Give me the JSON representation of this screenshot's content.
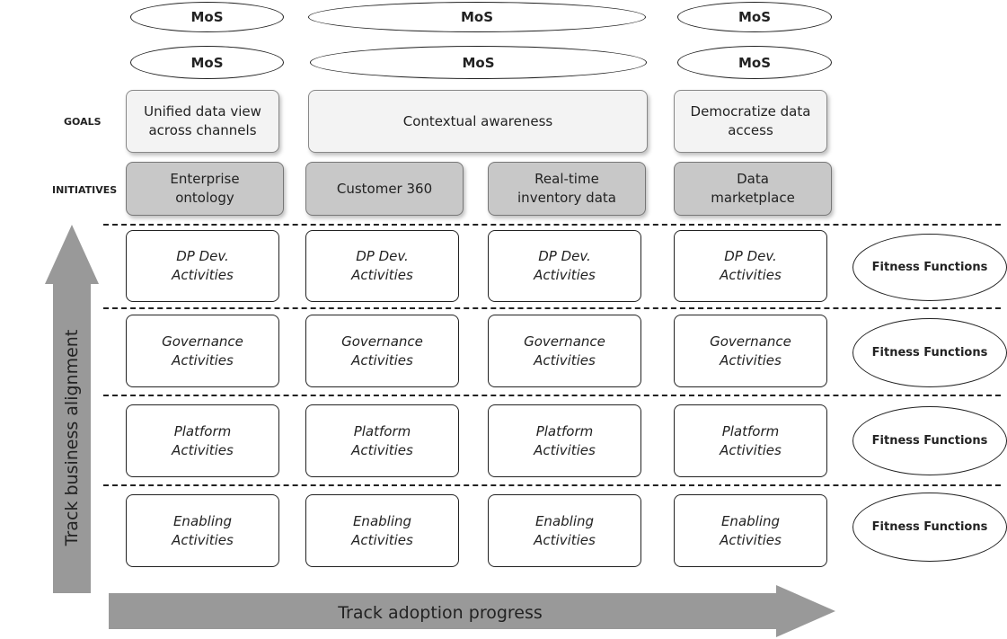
{
  "mos": {
    "row1": [
      "MoS",
      "MoS",
      "MoS"
    ],
    "row2": [
      "MoS",
      "MoS",
      "MoS"
    ]
  },
  "labels": {
    "goals": "GOALS",
    "initiatives": "INITIATIVES"
  },
  "goals": [
    "Unified data view\nacross channels",
    "Contextual awareness",
    "Democratize data\naccess"
  ],
  "initiatives": [
    "Enterprise\nontology",
    "Customer 360",
    "Real-time\ninventory data",
    "Data\nmarketplace"
  ],
  "activity_rows": [
    {
      "label": "DP Dev.\nActivities",
      "fitness": "Fitness Functions"
    },
    {
      "label": "Governance\nActivities",
      "fitness": "Fitness Functions"
    },
    {
      "label": "Platform\nActivities",
      "fitness": "Fitness Functions"
    },
    {
      "label": "Enabling\nActivities",
      "fitness": "Fitness Functions"
    }
  ],
  "axes": {
    "vertical": "Track business alignment",
    "horizontal": "Track adoption progress"
  },
  "colors": {
    "goal_fill": "#f3f3f3",
    "initiative_fill": "#c8c8c8",
    "arrow_fill": "#999999"
  }
}
